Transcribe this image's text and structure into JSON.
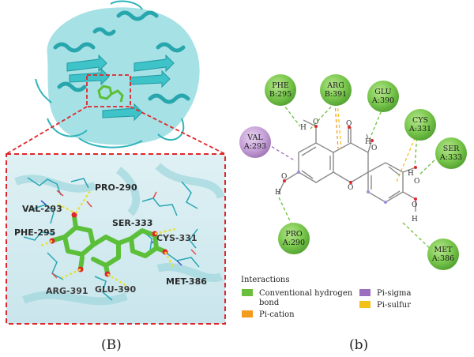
{
  "panel_left": {
    "caption": "(B)",
    "residue_labels": [
      "PRO-290",
      "VAL-293",
      "PHE-295",
      "SER-333",
      "CYS-331",
      "MET-386",
      "ARG-391",
      "GLU-390"
    ]
  },
  "panel_right": {
    "caption": "(b)",
    "residues": [
      {
        "line1": "PHE",
        "line2": "B:295",
        "type": "hbond"
      },
      {
        "line1": "ARG",
        "line2": "B:391",
        "type": "hbond"
      },
      {
        "line1": "GLU",
        "line2": "A:390",
        "type": "hbond"
      },
      {
        "line1": "CYS",
        "line2": "A:331",
        "type": "hbond"
      },
      {
        "line1": "SER",
        "line2": "A:333",
        "type": "hbond"
      },
      {
        "line1": "VAL",
        "line2": "A:293",
        "type": "pisigma"
      },
      {
        "line1": "PRO",
        "line2": "A:290",
        "type": "hbond"
      },
      {
        "line1": "MET",
        "line2": "A:386",
        "type": "hbond"
      }
    ],
    "atoms": {
      "O": "O",
      "H": "H"
    },
    "legend": {
      "title": "Interactions",
      "items": [
        {
          "label_lines": [
            "Conventional hydrogen",
            "bond"
          ],
          "color": "#6abf3c"
        },
        {
          "label_lines": [
            "Pi-cation"
          ],
          "color": "#f39a1f"
        },
        {
          "label_lines": [
            "Pi-sigma"
          ],
          "color": "#9b6fc0"
        },
        {
          "label_lines": [
            "Pi-sulfur"
          ],
          "color": "#f2c21a"
        }
      ]
    }
  },
  "colors": {
    "protein": "#3ec3c9",
    "ligand": "#5cbf3a",
    "hbond_circle": "#7cc94f",
    "pisigma_circle": "#c59fd6",
    "dashed_box": "#e0262a"
  }
}
